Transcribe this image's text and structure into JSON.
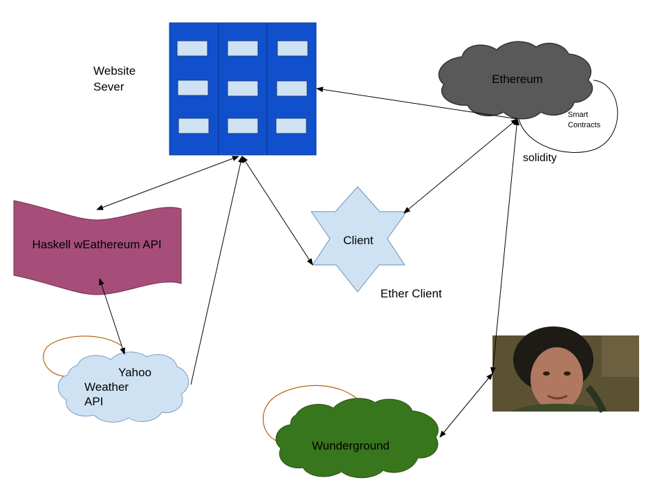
{
  "colors": {
    "server_blue": "#1150cc",
    "window_light": "#cfe2f3",
    "ethereum_gray": "#595959",
    "haskell_plum": "#a64d79",
    "yahoo_light": "#cfe2f3",
    "wunder_green": "#38761d",
    "loop_orange": "#b45f06",
    "star_light": "#cfe2f3"
  },
  "labels": {
    "website_server_line1": "Website",
    "website_server_line2": "Sever",
    "ethereum": "Ethereum",
    "smart_contracts_line1": "Smart",
    "smart_contracts_line2": "Contracts",
    "solidity": "solidity",
    "haskell_api": "Haskell wEathereum API",
    "client": "Client",
    "ether_client": "Ether Client",
    "yahoo_line1": "Yahoo",
    "yahoo_line2": "Weather",
    "yahoo_line3": "API",
    "wunderground": "Wunderground"
  },
  "icons": {
    "photo": "person-photo-icon",
    "server": "server-building-icon"
  }
}
